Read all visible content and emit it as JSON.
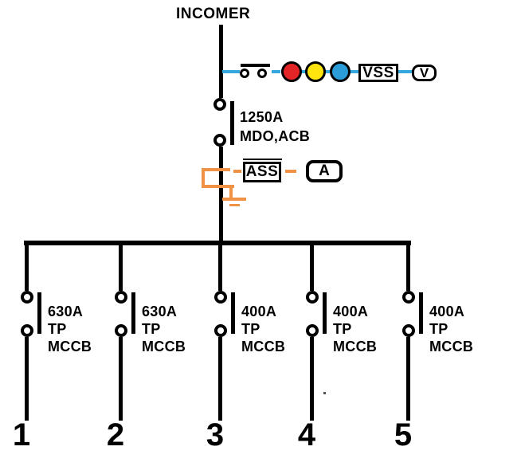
{
  "title": {
    "incomer": "INCOMER"
  },
  "incomer": {
    "breaker": {
      "rating": "1250A",
      "device": "MDO,ACB"
    }
  },
  "metering": {
    "voltage": {
      "selector": "VSS",
      "meter": "V",
      "wire_color": "#35a7dd",
      "lamps": [
        {
          "name": "red-phase-lamp",
          "color": "#e42528"
        },
        {
          "name": "yellow-phase-lamp",
          "color": "#ffe50d"
        },
        {
          "name": "blue-phase-lamp",
          "color": "#2b9cd8"
        }
      ]
    },
    "current": {
      "selector": "ASS",
      "meter": "A",
      "wire_color": "#ef9245"
    }
  },
  "feeders": [
    {
      "number": "1",
      "rating": "630A",
      "poles": "TP",
      "device": "MCCB"
    },
    {
      "number": "2",
      "rating": "630A",
      "poles": "TP",
      "device": "MCCB"
    },
    {
      "number": "3",
      "rating": "400A",
      "poles": "TP",
      "device": "MCCB"
    },
    {
      "number": "4",
      "rating": "400A",
      "poles": "TP",
      "device": "MCCB"
    },
    {
      "number": "5",
      "rating": "400A",
      "poles": "TP",
      "device": "MCCB"
    }
  ]
}
